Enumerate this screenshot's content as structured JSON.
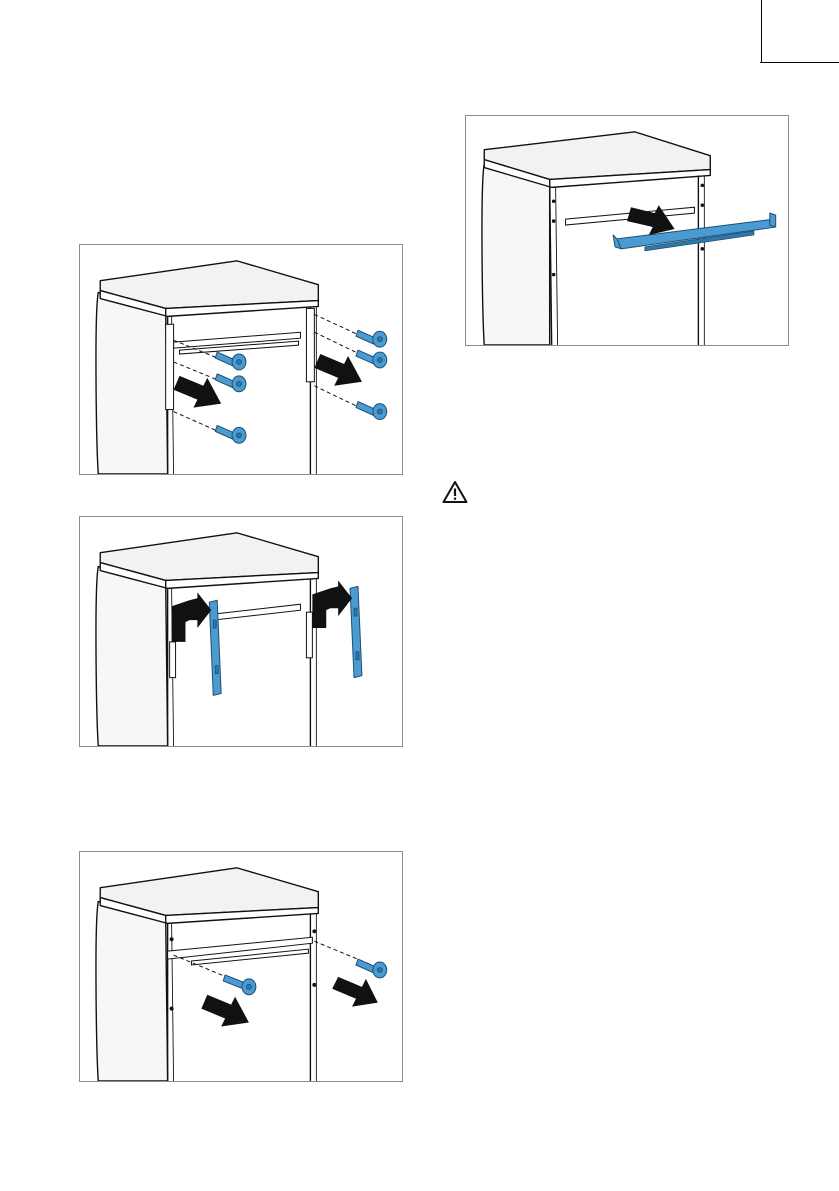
{
  "figures": [
    {
      "id": "fig-1",
      "icon": "remove-side-screws-illustration"
    },
    {
      "id": "fig-2",
      "icon": "remove-side-rails-illustration"
    },
    {
      "id": "fig-3",
      "icon": "remove-rear-screws-illustration"
    },
    {
      "id": "fig-4",
      "icon": "remove-rear-rail-illustration"
    }
  ],
  "warning": {
    "icon": "warning-triangle-icon"
  },
  "colors": {
    "part_blue": "#4a9bd1",
    "outline": "#111111",
    "frame_border": "#8c8c8c"
  }
}
